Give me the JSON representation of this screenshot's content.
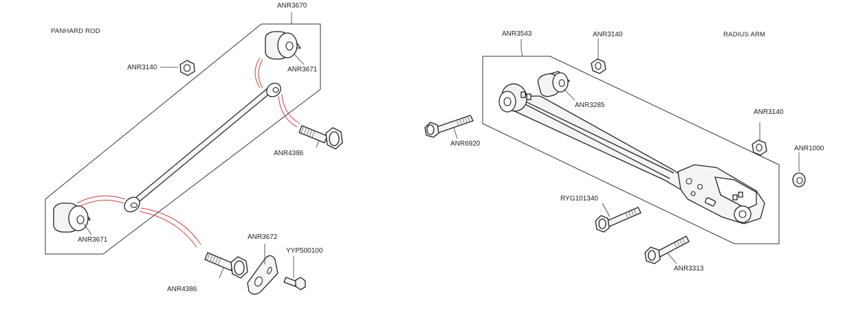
{
  "titles": {
    "left": "PANHARD ROD",
    "right": "RADIUS ARM"
  },
  "labels": {
    "anr3670": "ANR3670",
    "anr3140_left": "ANR3140",
    "anr3671_top": "ANR3671",
    "anr4386_top": "ANR4386",
    "anr3671_bottom": "ANR3671",
    "anr3672": "ANR3672",
    "yyp500100": "YYP500100",
    "anr4386_bottom": "ANR4386",
    "anr3543": "ANR3543",
    "anr3140_top": "ANR3140",
    "anr3285": "ANR3285",
    "anr6920": "ANR6920",
    "anr3140_right": "ANR3140",
    "anr1000": "ANR1000",
    "ryg101340": "RYG101340",
    "anr3313": "ANR3313"
  }
}
